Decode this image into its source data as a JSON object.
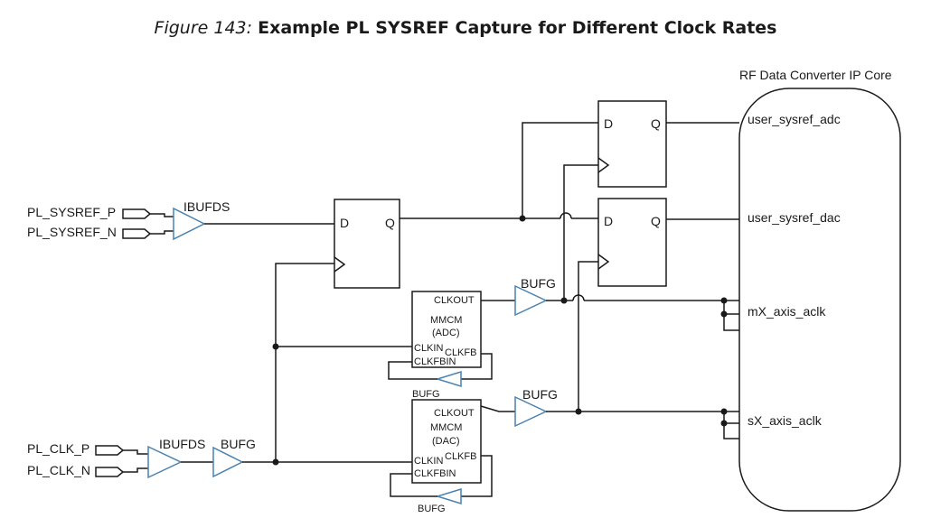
{
  "caption": {
    "number": "Figure 143:",
    "title": "Example PL SYSREF Capture for Different Clock Rates"
  },
  "ip_core": {
    "title": "RF Data Converter IP Core",
    "ports": [
      "user_sysref_adc",
      "user_sysref_dac",
      "mX_axis_aclk",
      "sX_axis_aclk"
    ]
  },
  "inputs": {
    "sysref_p": "PL_SYSREF_P",
    "sysref_n": "PL_SYSREF_N",
    "clk_p": "PL_CLK_P",
    "clk_n": "PL_CLK_N"
  },
  "buffers": {
    "ibufds": "IBUFDS",
    "bufg": "BUFG"
  },
  "flipflop": {
    "d": "D",
    "q": "Q"
  },
  "mmcm_adc": {
    "name": "MMCM",
    "type": "(ADC)",
    "clkout": "CLKOUT",
    "clkin": "CLKIN",
    "clkfb": "CLKFB",
    "clkfbin": "CLKFBIN"
  },
  "mmcm_dac": {
    "name": "MMCM",
    "type": "(DAC)",
    "clkout": "CLKOUT",
    "clkin": "CLKIN",
    "clkfb": "CLKFB",
    "clkfbin": "CLKFBIN"
  }
}
